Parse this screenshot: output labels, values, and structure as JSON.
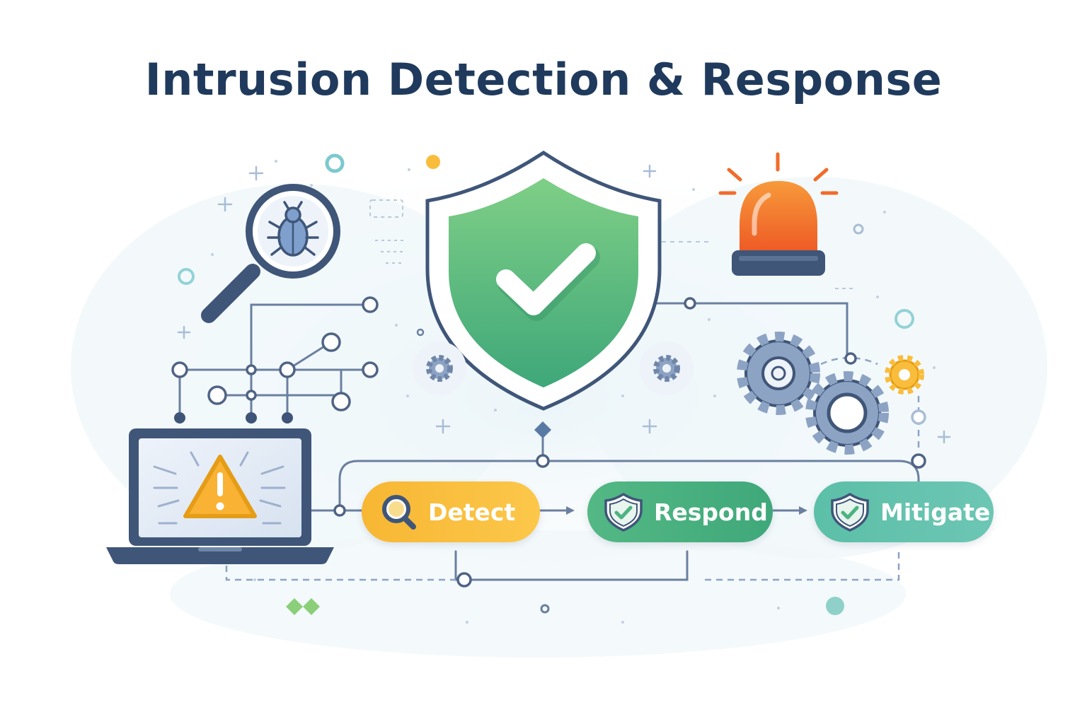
{
  "title": "Intrusion Detection & Response",
  "steps": [
    {
      "label": "Detect",
      "icon": "magnifier-icon",
      "color": "#f9bd3b"
    },
    {
      "label": "Respond",
      "icon": "shield-check-icon",
      "color": "#4cb381"
    },
    {
      "label": "Mitigate",
      "icon": "shield-check-icon",
      "color": "#63c3ad"
    }
  ],
  "colors": {
    "navy": "#1f3a5c",
    "line": "#6b7fa0",
    "shield_green": "#4cb37e",
    "alarm_orange": "#f26b2a",
    "warning_yellow": "#f9b233",
    "gear_blue": "#8da3c4",
    "accent_teal": "#7cc9cf"
  },
  "icons": [
    "shield-check-icon",
    "magnifier-bug-icon",
    "alarm-siren-icon",
    "laptop-warning-icon",
    "gears-icon"
  ]
}
